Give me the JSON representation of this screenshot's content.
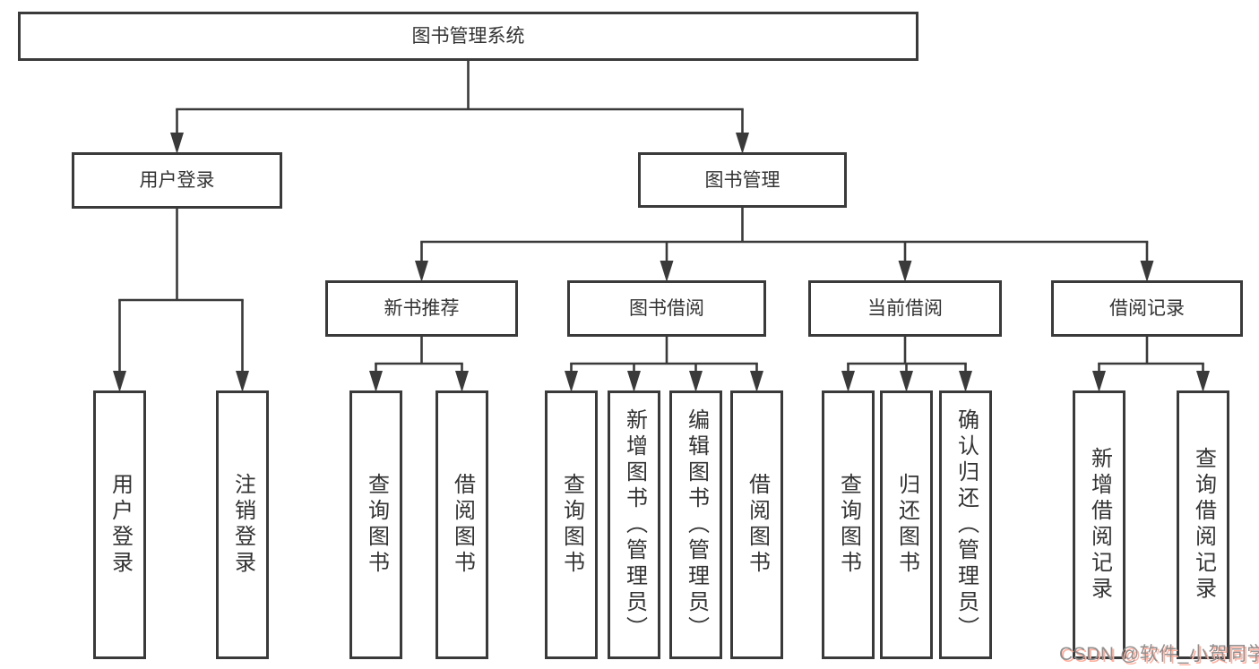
{
  "diagram": {
    "background": "#ffffff",
    "line_color": "#3a3a3a",
    "text_color": "#333333",
    "watermark": {
      "text": "CSDN @软件_小贺同学",
      "color": "#8f8f8f",
      "shadow_color": "#ffb0a0"
    },
    "tree": {
      "id": "root",
      "label": "图书管理系统",
      "children": [
        {
          "id": "user-login",
          "label": "用户登录",
          "children": [
            {
              "id": "ul-login",
              "label": "用户登录"
            },
            {
              "id": "ul-logout",
              "label": "注销登录"
            }
          ]
        },
        {
          "id": "book-mgmt",
          "label": "图书管理",
          "children": [
            {
              "id": "new-books",
              "label": "新书推荐",
              "children": [
                {
                  "id": "nb-query",
                  "label": "查询图书"
                },
                {
                  "id": "nb-borrow",
                  "label": "借阅图书"
                }
              ]
            },
            {
              "id": "borrow",
              "label": "图书借阅",
              "children": [
                {
                  "id": "br-query",
                  "label": "查询图书"
                },
                {
                  "id": "br-add",
                  "label": "新增图书（管理员）"
                },
                {
                  "id": "br-edit",
                  "label": "编辑图书（管理员）"
                },
                {
                  "id": "br-borrow",
                  "label": "借阅图书"
                }
              ]
            },
            {
              "id": "current",
              "label": "当前借阅",
              "children": [
                {
                  "id": "cu-query",
                  "label": "查询图书"
                },
                {
                  "id": "cu-return",
                  "label": "归还图书"
                },
                {
                  "id": "cu-confirm",
                  "label": "确认归还（管理员）"
                }
              ]
            },
            {
              "id": "records",
              "label": "借阅记录",
              "children": [
                {
                  "id": "re-add",
                  "label": "新增借阅记录"
                },
                {
                  "id": "re-query",
                  "label": "查询借阅记录"
                }
              ]
            }
          ]
        }
      ]
    }
  }
}
